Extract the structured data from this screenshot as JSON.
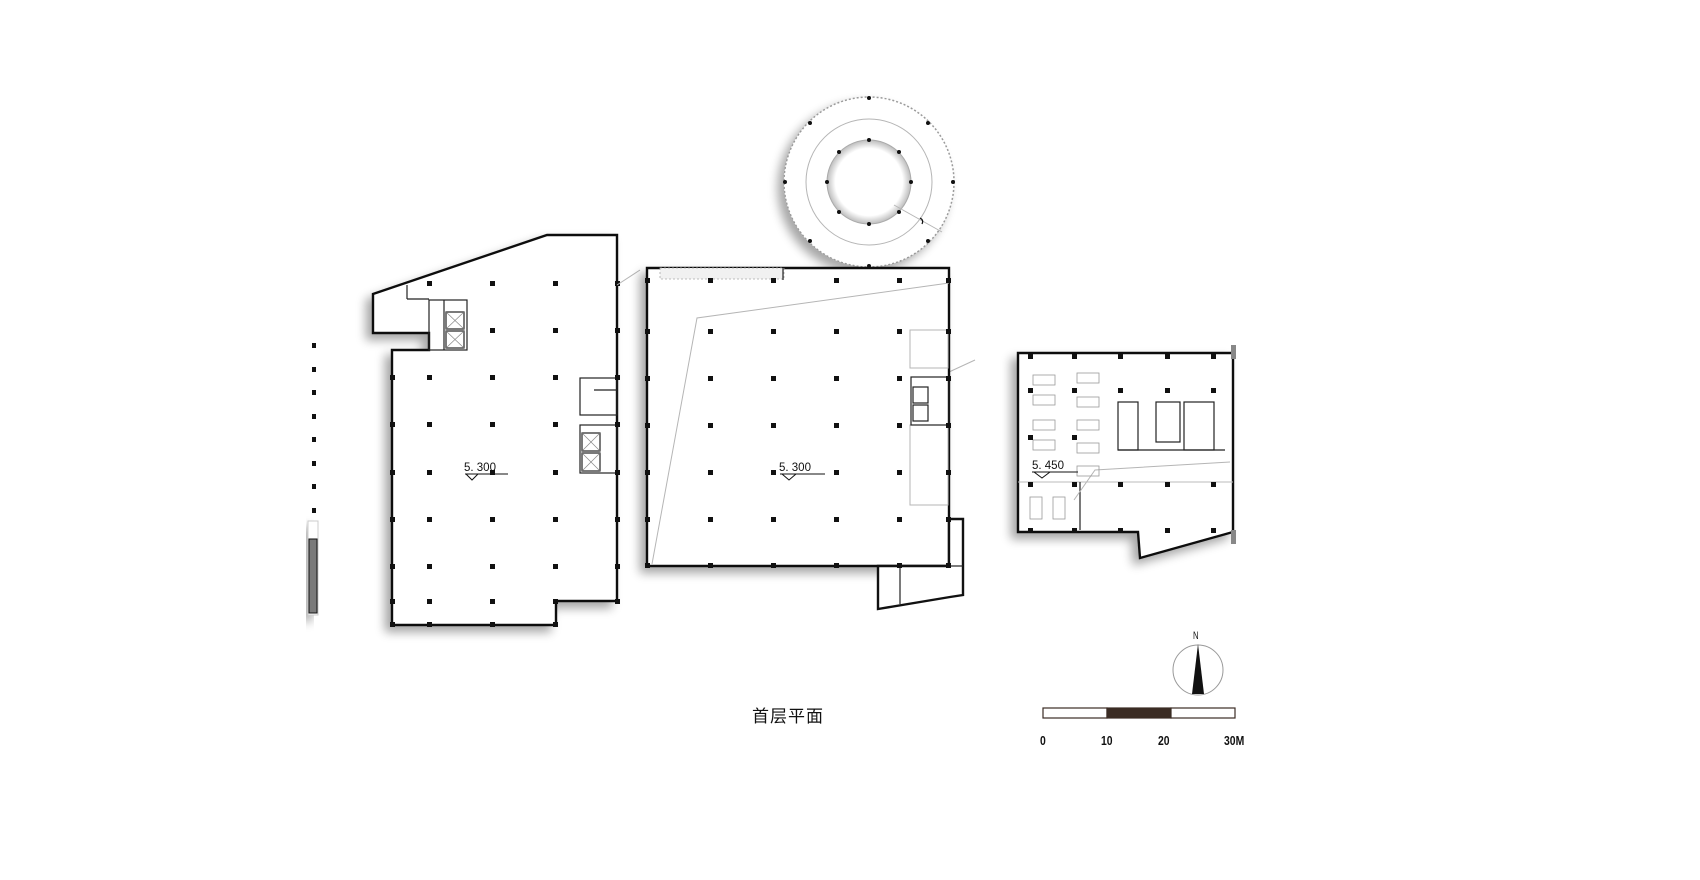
{
  "drawing": {
    "title": "首层平面",
    "buildings": [
      {
        "id": "left-block",
        "elevation_label": "5. 300"
      },
      {
        "id": "middle-block",
        "elevation_label": "5. 300"
      },
      {
        "id": "right-block",
        "elevation_label": "5. 450"
      },
      {
        "id": "round-pavilion"
      }
    ],
    "north_arrow": {
      "label": "N"
    },
    "scale_bar": {
      "ticks": [
        "0",
        "10",
        "20",
        "30M"
      ],
      "segment_colors": [
        "#ffffff",
        "#3b2c24",
        "#ffffff"
      ]
    }
  }
}
